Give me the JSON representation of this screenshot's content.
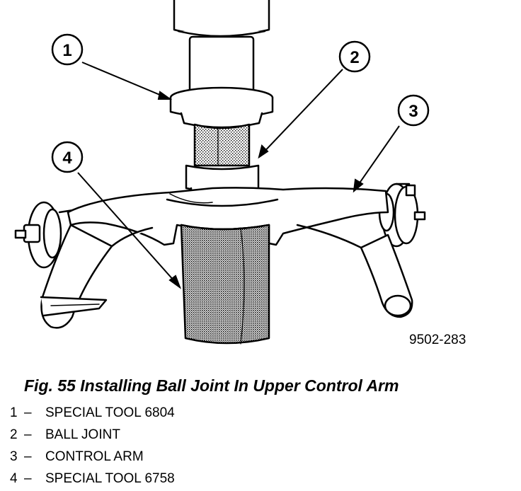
{
  "figure": {
    "code": "9502-283",
    "caption": "Fig. 55 Installing Ball Joint In Upper Control Arm"
  },
  "callouts": [
    {
      "number": "1",
      "label": "SPECIAL TOOL 6804"
    },
    {
      "number": "2",
      "label": "BALL JOINT"
    },
    {
      "number": "3",
      "label": "CONTROL ARM"
    },
    {
      "number": "4",
      "label": "SPECIAL TOOL 6758"
    }
  ],
  "separator": "–"
}
